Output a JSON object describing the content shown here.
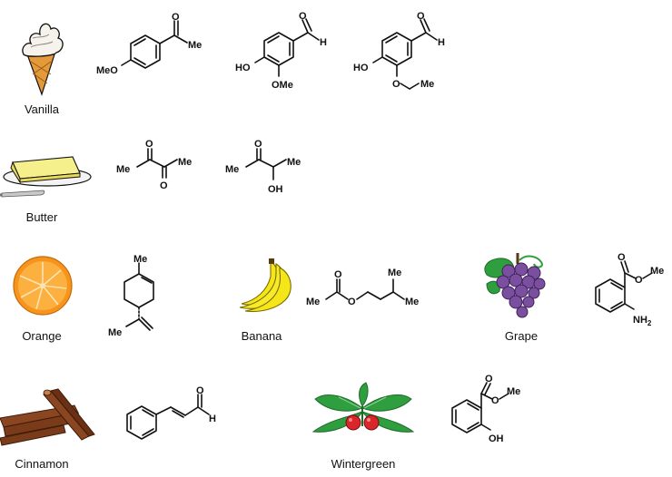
{
  "flavors": [
    {
      "name": "Vanilla"
    },
    {
      "name": "Butter"
    },
    {
      "name": "Orange"
    },
    {
      "name": "Banana"
    },
    {
      "name": "Grape"
    },
    {
      "name": "Cinnamon"
    },
    {
      "name": "Wintergreen"
    }
  ],
  "atoms": {
    "meo": "MeO",
    "me": "Me",
    "ho": "HO",
    "ome": "OMe",
    "o": "O",
    "h": "H",
    "oh": "OH",
    "nh2": "NH",
    "sub2": "2"
  },
  "colors": {
    "orange": "#f7941d",
    "banana": "#f5e619",
    "grape": "#7b4fa0",
    "leaf": "#2f9e3f",
    "berry": "#d8262b",
    "cinnamon": "#7a3b1b",
    "butter": "#f6f08c",
    "cone": "#e39a3a"
  }
}
